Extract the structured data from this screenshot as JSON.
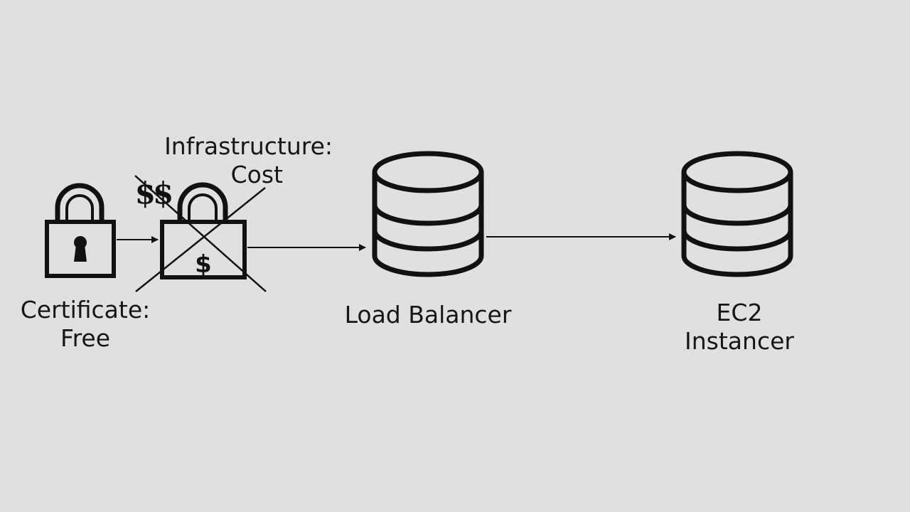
{
  "nodes": {
    "certificate": {
      "icon": "padlock-keyhole-icon",
      "label_line1": "Certificate:",
      "label_line2": "Free"
    },
    "infrastructure": {
      "icon": "padlock-crossed-out-icon",
      "symbol": "$$",
      "body_mark": "$",
      "label_line1": "Infrastructure:",
      "label_line2": "Cost"
    },
    "load_balancer": {
      "icon": "database-cylinder-icon",
      "label": "Load Balancer"
    },
    "ec2": {
      "icon": "database-cylinder-icon",
      "label_line1": "EC2",
      "label_line2": "Instancer"
    }
  },
  "edges": [
    {
      "from": "certificate",
      "to": "infrastructure"
    },
    {
      "from": "infrastructure",
      "to": "load_balancer"
    },
    {
      "from": "load_balancer",
      "to": "ec2"
    }
  ],
  "colors": {
    "background": "#e0e0e0",
    "stroke": "#111111"
  }
}
